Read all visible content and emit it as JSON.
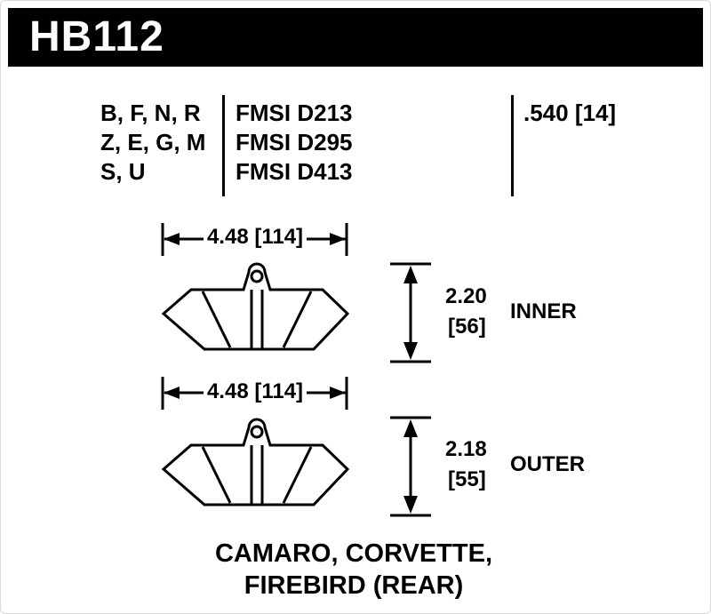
{
  "header": {
    "part_number": "HB112"
  },
  "spec_table": {
    "compound_rows": [
      "B, F, N, R",
      "Z, E, G, M",
      "S, U"
    ],
    "fmsi_rows": [
      "FMSI D213",
      "FMSI D295",
      "FMSI D413"
    ],
    "thickness": ".540 [14]"
  },
  "inner": {
    "width": "4.48 [114]",
    "height_in": "2.20",
    "height_mm": "[56]",
    "label": "INNER"
  },
  "outer": {
    "width": "4.48 [114]",
    "height_in": "2.18",
    "height_mm": "[55]",
    "label": "OUTER"
  },
  "application": {
    "line1": "CAMARO, CORVETTE,",
    "line2": "FIREBIRD (REAR)"
  },
  "colors": {
    "ink": "#000000",
    "paper": "#ffffff"
  }
}
